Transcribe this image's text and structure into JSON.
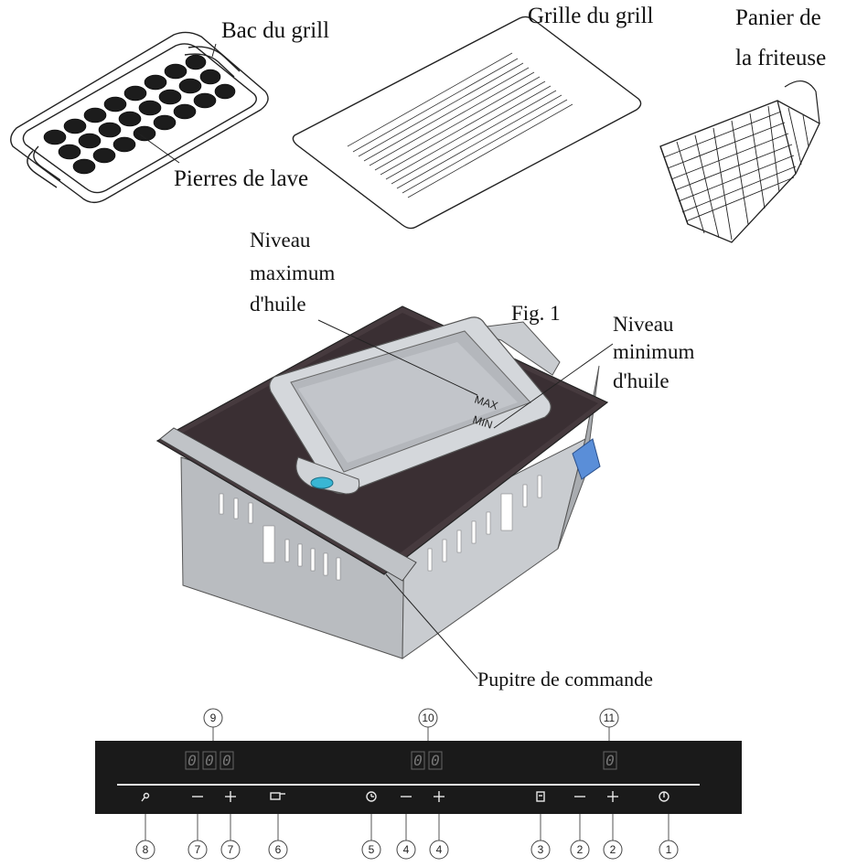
{
  "labels": {
    "bac_du_grill": "Bac du grill",
    "grille_du_grill": "Grille du grill",
    "panier_line1": "Panier de",
    "panier_line2": "la friteuse",
    "pierres_de_lave": "Pierres de lave",
    "niveau_max_1": "Niveau",
    "niveau_max_2": "maximum",
    "niveau_max_3": "d'huile",
    "fig": "Fig. 1",
    "niveau_min_1": "Niveau",
    "niveau_min_2": "minimum",
    "niveau_min_3": "d'huile",
    "max_mark": "MAX",
    "min_mark": "MIN",
    "pupitre": "Pupitre de commande"
  },
  "control_panel": {
    "top_callouts": [
      "9",
      "10",
      "11"
    ],
    "display_digits": [
      "0",
      "0",
      "0",
      "0",
      "0",
      "0"
    ],
    "bottom_callouts": [
      "8",
      "7",
      "7",
      "6",
      "5",
      "4",
      "4",
      "3",
      "2",
      "2",
      "1"
    ],
    "panel_color": "#1a1a1a"
  }
}
